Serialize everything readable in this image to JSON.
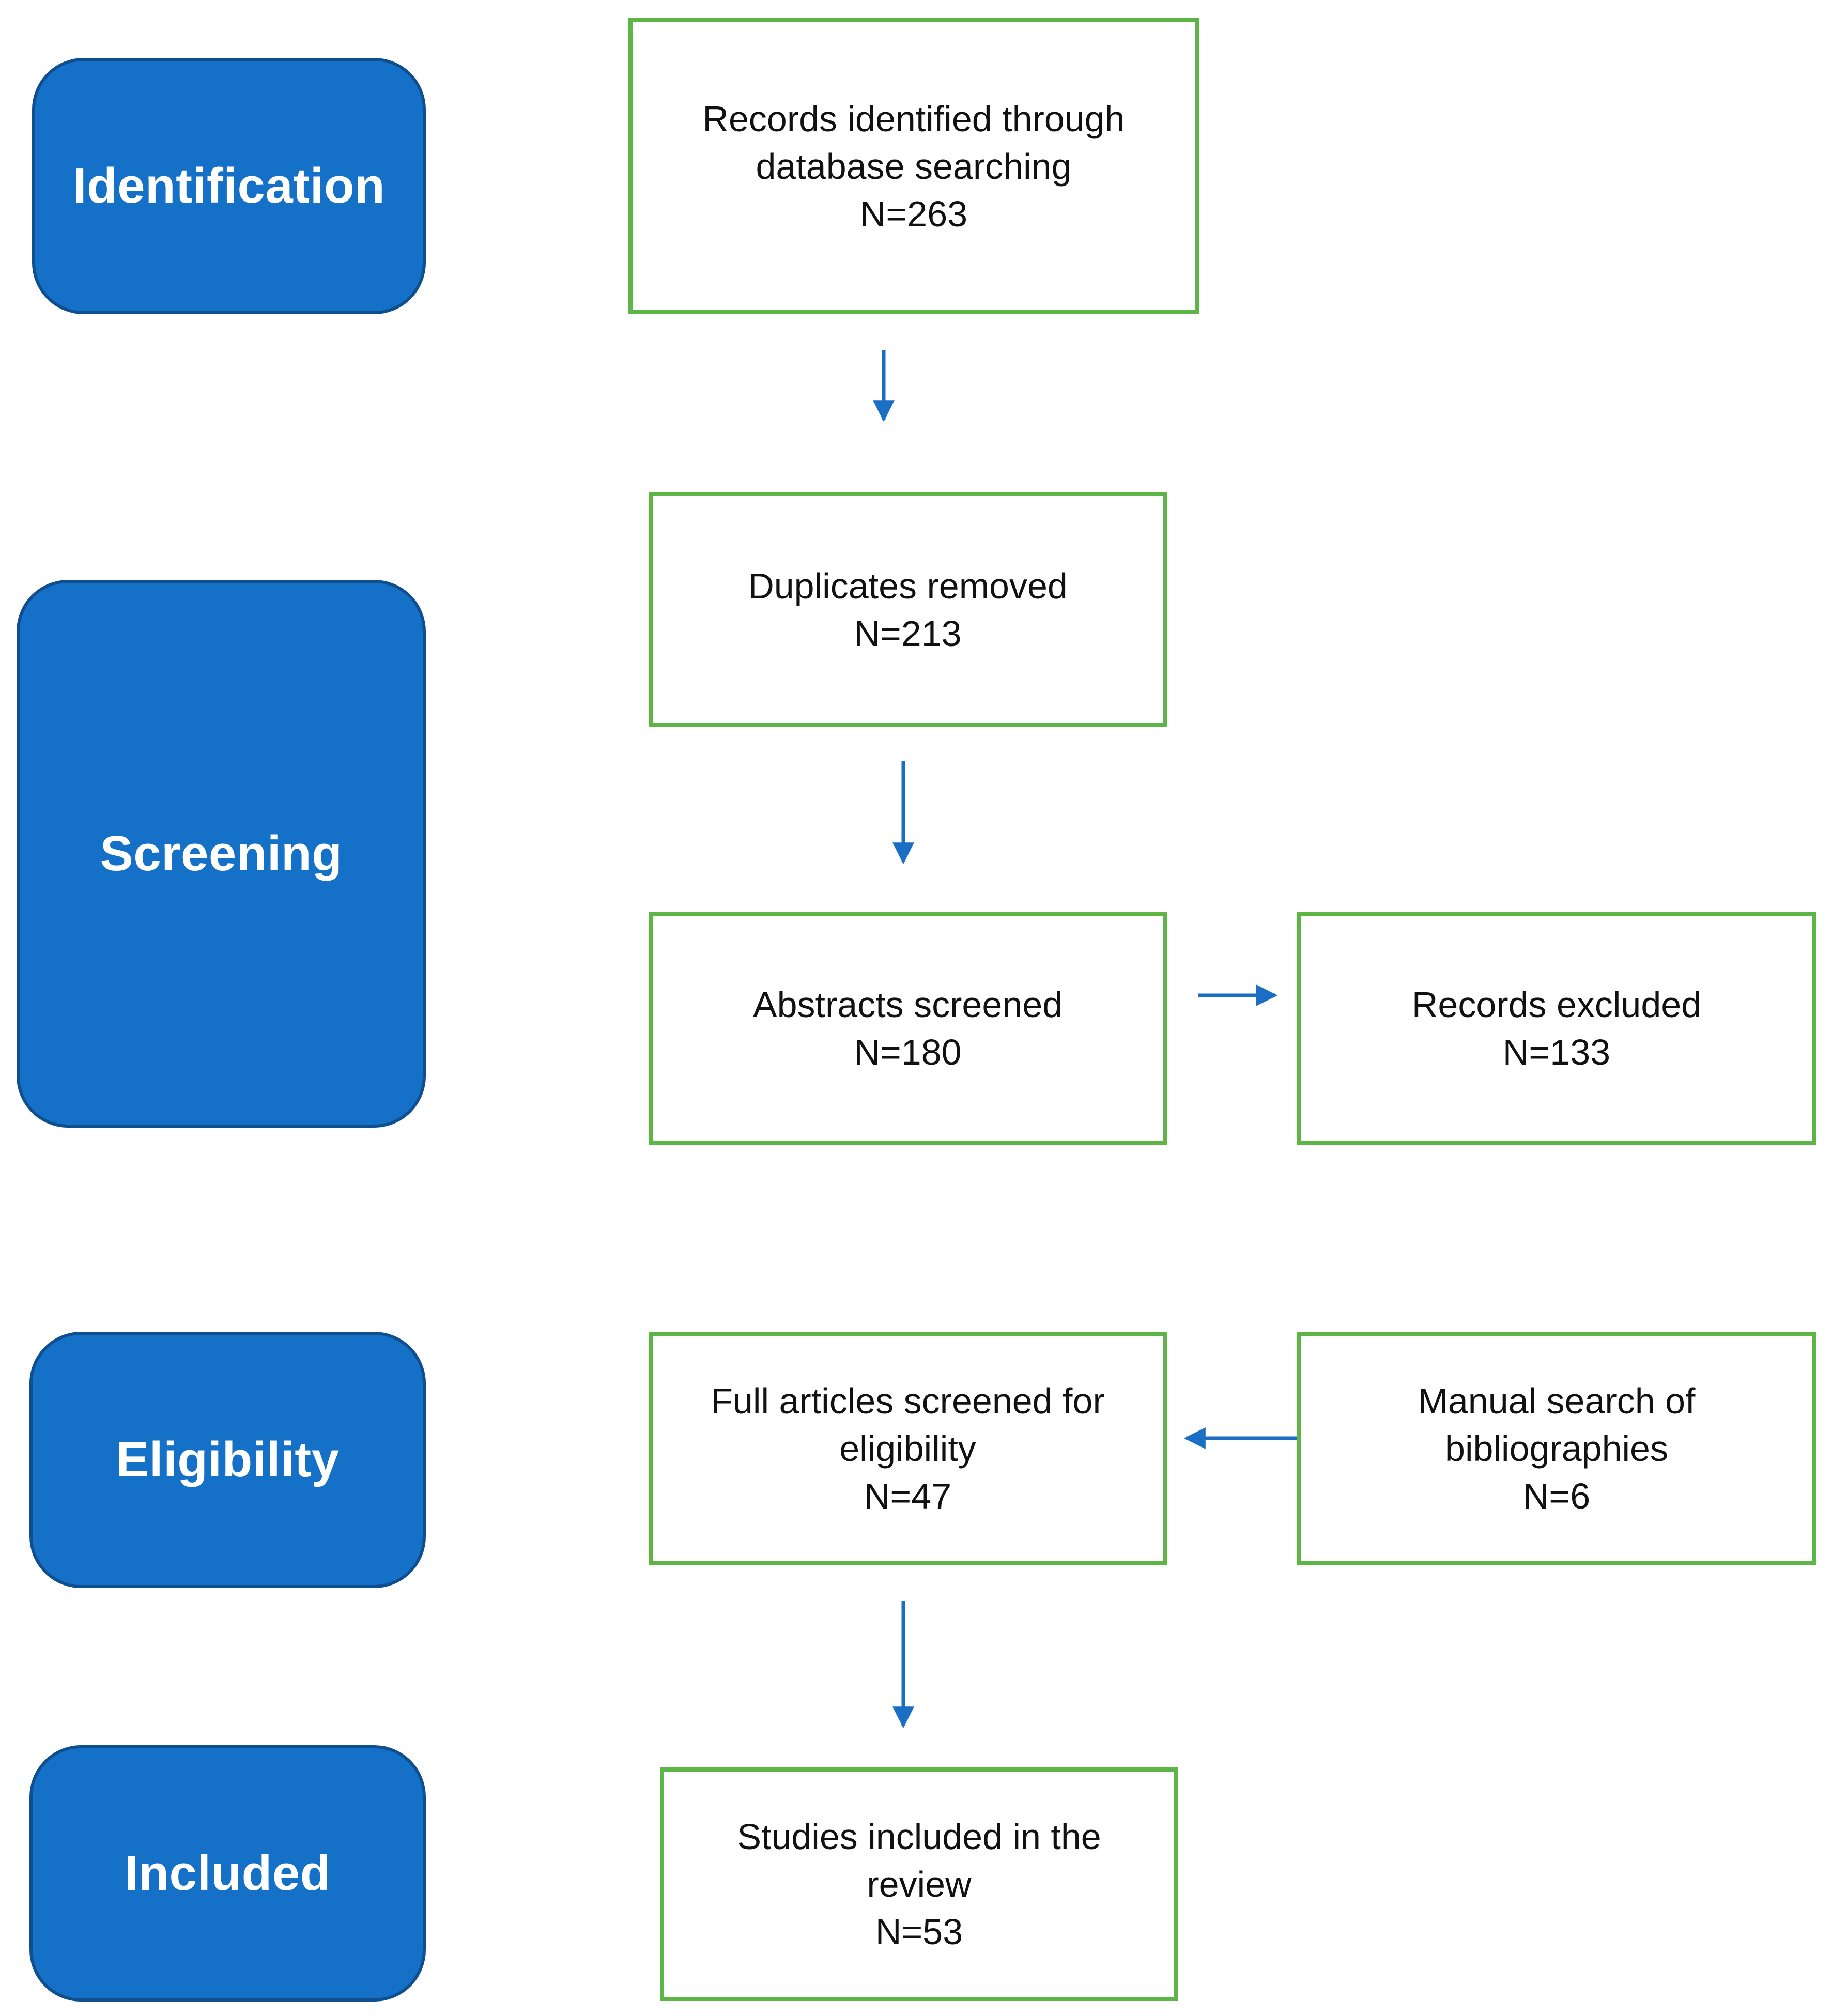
{
  "stages": {
    "identification": "Identification",
    "screening": "Screening",
    "eligibility": "Eligibility",
    "included": "Included"
  },
  "boxes": {
    "records_identified": {
      "line1": "Records identified through",
      "line2": "database searching",
      "count": "N=263"
    },
    "duplicates_removed": {
      "line1": "Duplicates removed",
      "count": "N=213"
    },
    "abstracts_screened": {
      "line1": "Abstracts screened",
      "count": "N=180"
    },
    "records_excluded": {
      "line1": "Records excluded",
      "count": "N=133"
    },
    "full_articles": {
      "line1": "Full articles screened for",
      "line2": "eligibility",
      "count": "N=47"
    },
    "manual_search": {
      "line1": "Manual search of",
      "line2": "bibliographies",
      "count": "N=6"
    },
    "studies_included": {
      "line1": "Studies included in the",
      "line2": "review",
      "count": "N=53"
    }
  },
  "colors": {
    "stage_fill": "#1570c8",
    "stage_border": "#0f4f8f",
    "box_border": "#5cb545",
    "arrow": "#1a6fc4"
  }
}
